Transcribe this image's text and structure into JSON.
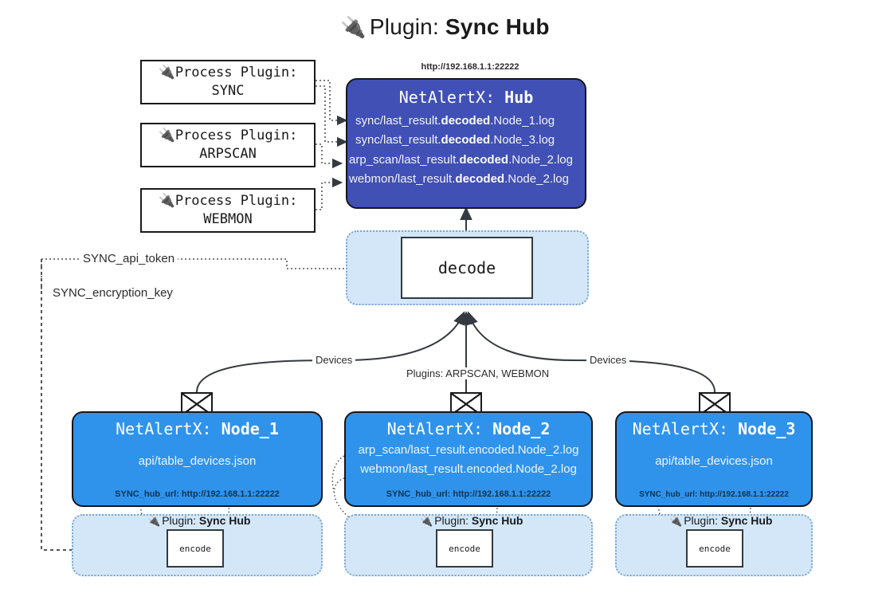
{
  "title": {
    "icon": "plug-icon",
    "prefix": "Plugin:",
    "name": "Sync Hub"
  },
  "process_plugins": [
    {
      "icon": "plug-icon",
      "line1": "Process Plugin:",
      "line2": "SYNC"
    },
    {
      "icon": "plug-icon",
      "line1": "Process Plugin:",
      "line2": "ARPSCAN"
    },
    {
      "icon": "plug-icon",
      "line1": "Process Plugin:",
      "line2": "WEBMON"
    }
  ],
  "hub": {
    "url_label": "http://192.168.1.1:22222",
    "name_prefix": "NetAlertX:",
    "name": "Hub",
    "logs": [
      {
        "pre": "sync/last_result.",
        "mid": "decoded",
        "post": ".Node_1.log"
      },
      {
        "pre": "sync/last_result.",
        "mid": "decoded",
        "post": ".Node_3.log"
      },
      {
        "pre": "arp_scan/last_result.",
        "mid": "decoded",
        "post": ".Node_2.log"
      },
      {
        "pre": "webmon/last_result.",
        "mid": "decoded",
        "post": ".Node_2.log"
      }
    ]
  },
  "decode": {
    "label": "decode"
  },
  "settings": {
    "api_token": "SYNC_api_token",
    "encryption_key": "SYNC_encryption_key"
  },
  "edge_labels": {
    "devices_left": "Devices",
    "devices_right": "Devices",
    "plugins_center": "Plugins: ARPSCAN, WEBMON"
  },
  "nodes": [
    {
      "name_prefix": "NetAlertX:",
      "name": "Node_1",
      "files": [
        "api/table_devices.json"
      ],
      "hub_url": "SYNC_hub_url: http://192.168.1.1:22222",
      "plugin_label_prefix": "Plugin:",
      "plugin_label_name": "Sync Hub",
      "encode_label": "encode"
    },
    {
      "name_prefix": "NetAlertX:",
      "name": "Node_2",
      "files": [
        "arp_scan/last_result.encoded.Node_2.log",
        "webmon/last_result.encoded.Node_2.log"
      ],
      "hub_url": "SYNC_hub_url: http://192.168.1.1:22222",
      "plugin_label_prefix": "Plugin:",
      "plugin_label_name": "Sync Hub",
      "encode_label": "encode"
    },
    {
      "name_prefix": "NetAlertX:",
      "name": "Node_3",
      "files": [
        "api/table_devices.json"
      ],
      "hub_url": "SYNC_hub_url: http://192.168.1.1:22222",
      "plugin_label_prefix": "Plugin:",
      "plugin_label_name": "Sync Hub",
      "encode_label": "encode"
    }
  ],
  "colors": {
    "hub_fill": "#4050b5",
    "node_fill": "#2f93ec",
    "container_fill": "#d4e7f8",
    "container_border": "#7ba7cc",
    "stroke": "#333a40"
  }
}
